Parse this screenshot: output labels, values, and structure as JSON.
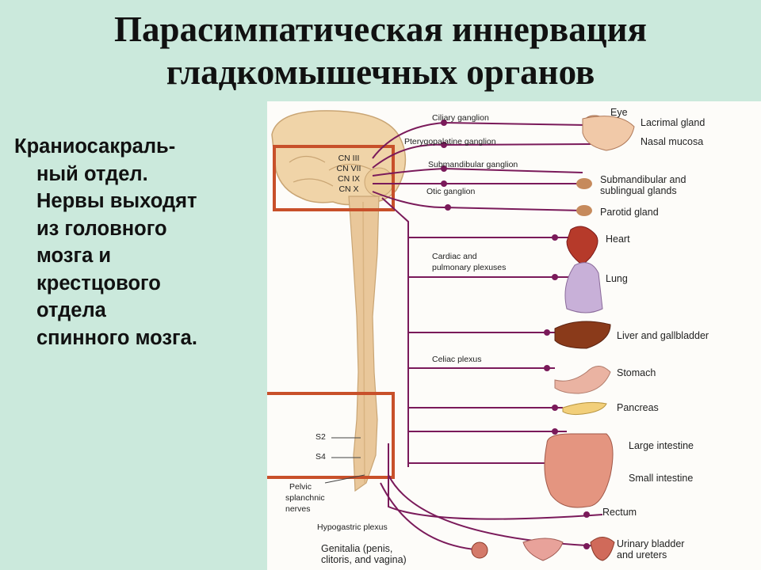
{
  "title": {
    "line1": "Парасимпатическая иннервация",
    "line2": "гладкомышечных органов"
  },
  "description": {
    "line1": "Краниосакраль-",
    "line2": "ный отдел.",
    "line3": "Нервы выходят",
    "line4": "из головного",
    "line5": "мозга и",
    "line6": "крестцового",
    "line7": "отдела",
    "line8": "спинного мозга."
  },
  "diagram": {
    "cranial_nerves": [
      "CN III",
      "CN VII",
      "CN IX",
      "CN X"
    ],
    "sacral": [
      "S2",
      "S4"
    ],
    "ganglia": {
      "ciliary": "Ciliary ganglion",
      "pterygopalatine": "Pterygopalatine ganglion",
      "submandibular": "Submandibular ganglion",
      "otic": "Otic ganglion"
    },
    "plexuses": {
      "cardiac_line1": "Cardiac and",
      "cardiac_line2": "pulmonary plexuses",
      "celiac": "Celiac plexus",
      "hypogastric": "Hypogastric plexus"
    },
    "pelvic": {
      "line1": "Pelvic",
      "line2": "splanchnic",
      "line3": "nerves"
    },
    "organs": {
      "eye": "Eye",
      "lacrimal": "Lacrimal gland",
      "nasal": "Nasal mucosa",
      "submandibular_line1": "Submandibular and",
      "submandibular_line2": "sublingual glands",
      "parotid": "Parotid gland",
      "heart": "Heart",
      "lung": "Lung",
      "liver": "Liver and gallbladder",
      "stomach": "Stomach",
      "pancreas": "Pancreas",
      "large_intestine": "Large  intestine",
      "small_intestine": "Small intestine",
      "rectum": "Rectum",
      "bladder_line1": "Urinary  bladder",
      "bladder_line2": "and ureters",
      "genitalia_line1": "Genitalia (penis,",
      "genitalia_line2": "clitoris, and vagina)"
    },
    "colors": {
      "nerve": "#7a1a5a",
      "spinal_cord": "#e9c79a",
      "highlight_box": "#c8502a"
    }
  }
}
